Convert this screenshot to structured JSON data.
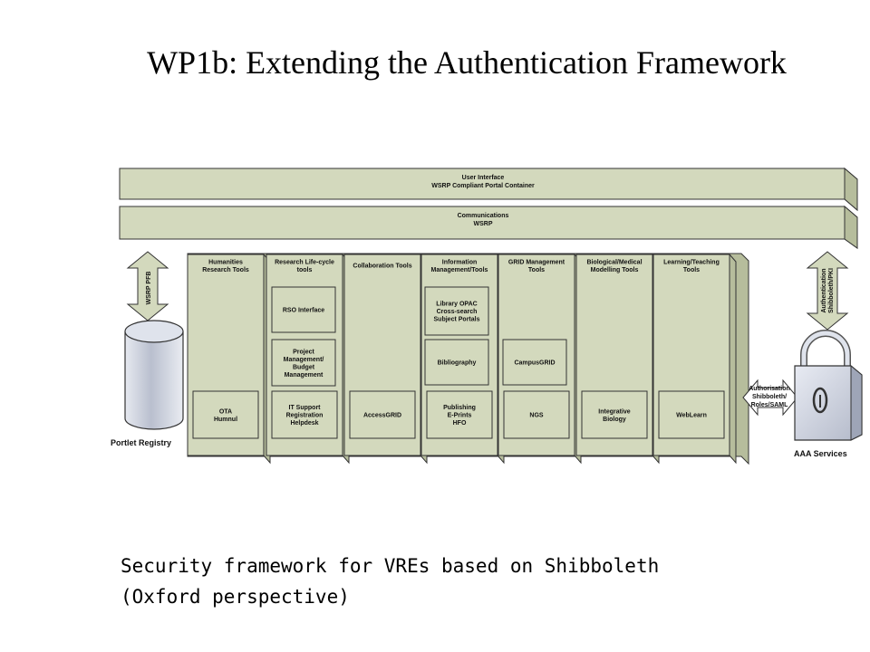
{
  "title": "WP1b: Extending the Authentication  Framework",
  "caption": {
    "line1": "Security framework for VREs based on Shibboleth",
    "line2": "(Oxford perspective)"
  },
  "colors": {
    "panel_fill": "#d3d9bd",
    "panel_side": "#b6bd9c",
    "stroke": "#333333",
    "registry_fill": "#c7cdd9"
  },
  "diagram": {
    "user_interface": {
      "line1": "User Interface",
      "line2": "WSRP Compliant Portal Container"
    },
    "communications": {
      "line1": "Communications",
      "line2": "WSRP"
    },
    "left_arrow_label": "WSRP PFB",
    "right_arrow_label_1": "Authentication",
    "right_arrow_label_2": "Shibboleth/PKI",
    "portlet_registry": "Portlet Registry",
    "aaa_services": "AAA Services",
    "auth_arrow": [
      "Authorisation",
      "Shibboleth/",
      "Roles/SAML"
    ],
    "columns": [
      {
        "header": [
          "Humanities",
          "Research Tools"
        ],
        "boxes": [],
        "bottom": [
          "OTA",
          "Humnul"
        ]
      },
      {
        "header": [
          "Research Life-cycle",
          "tools"
        ],
        "boxes": [
          [
            "RSO Interface"
          ],
          [
            "Project",
            "Management/",
            "Budget",
            "Management"
          ]
        ],
        "bottom": [
          "IT Support",
          "Registration",
          "Helpdesk"
        ]
      },
      {
        "header": [
          "Collaboration Tools"
        ],
        "boxes": [],
        "bottom": [
          "AccessGRID"
        ]
      },
      {
        "header": [
          "Information",
          "Management/Tools"
        ],
        "boxes": [
          [
            "Library OPAC",
            "Cross-search",
            "Subject Portals"
          ],
          [
            "Bibliography"
          ]
        ],
        "bottom": [
          "Publishing",
          "E-Prints",
          "HFO"
        ]
      },
      {
        "header": [
          "GRID Management",
          "Tools"
        ],
        "boxes": [
          [
            "CampusGRID"
          ]
        ],
        "bottom": [
          "NGS"
        ]
      },
      {
        "header": [
          "Biological/Medical",
          "Modelling Tools"
        ],
        "boxes": [],
        "bottom": [
          "Integrative",
          "Biology"
        ]
      },
      {
        "header": [
          "Learning/Teaching",
          "Tools"
        ],
        "boxes": [],
        "bottom": [
          "WebLearn"
        ]
      }
    ]
  }
}
